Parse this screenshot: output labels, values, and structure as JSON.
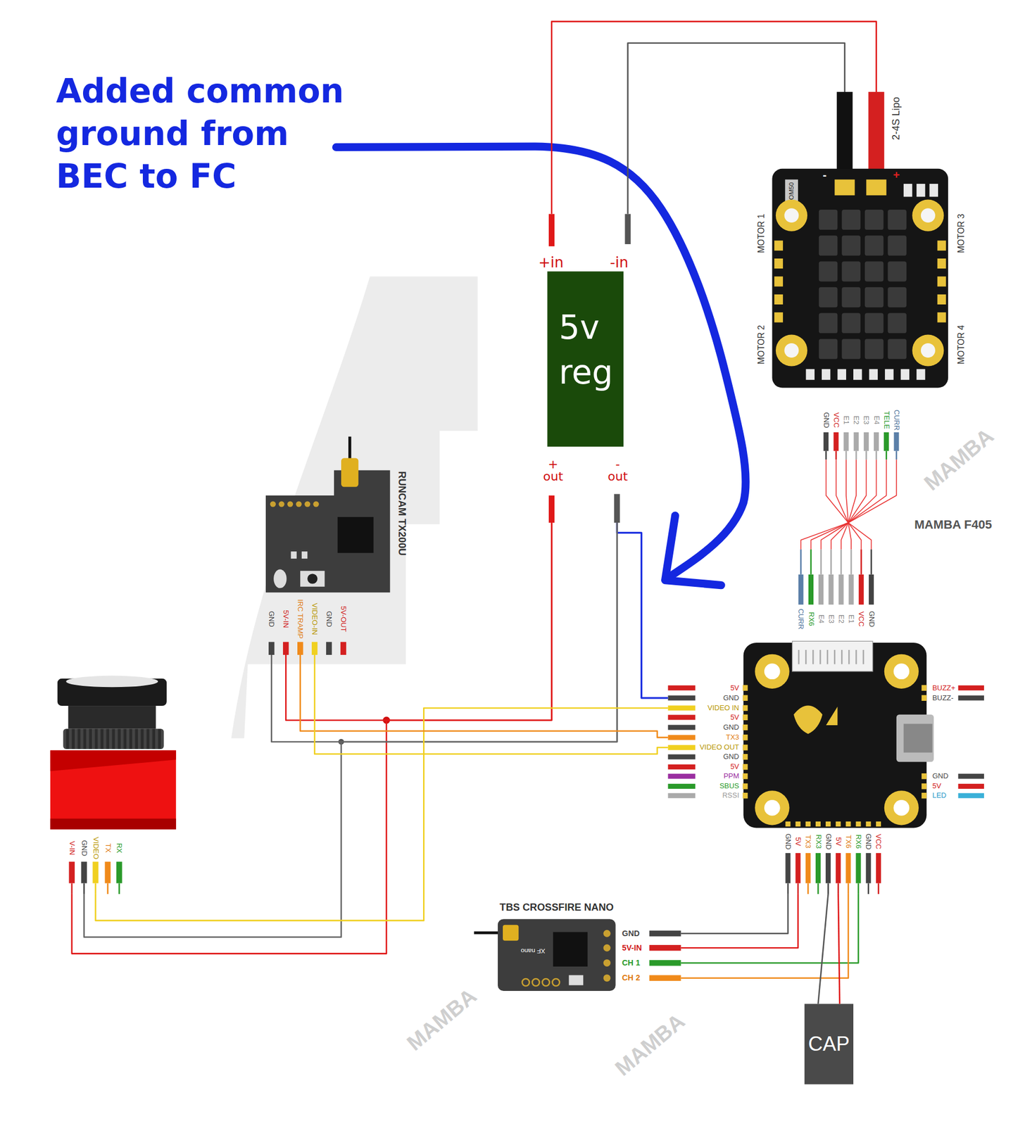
{
  "diagram": {
    "nodes": [
      {
        "text": [
          "MOTOR 1",
          "MOTOR 2",
          "MOTOR 3",
          "MOTOR 4",
          "OM50",
          "-",
          "+",
          "GND",
          "VCC",
          "E1",
          "E2",
          "E3",
          "E4",
          "TELE",
          "CURR"
        ]
      },
      {
        "text": [
          "5v reg"
        ]
      },
      {
        "text": [
          "RUNCAM TX200U",
          "GND",
          "5V-IN",
          "IRC TRAMP",
          "VIDEO-IN",
          "GND",
          "5V-OUT"
        ]
      },
      {
        "text": [
          "5V",
          "GND",
          "VIDEO IN",
          "5V",
          "GND",
          "TX3",
          "VIDEO OUT",
          "GND",
          "5V",
          "PPM",
          "SBUS",
          "RSSI",
          "BUZZ+",
          "BUZZ-",
          "GND",
          "5V",
          "LED",
          "CURR",
          "RX6",
          "E4",
          "E3",
          "E2",
          "E1",
          "VCC",
          "GND",
          "GND",
          "5V",
          "TX3",
          "RX3",
          "GND",
          "5V",
          "TX6",
          "RX6",
          "GND",
          "VCC"
        ]
      },
      {
        "text": [
          "V-IN",
          "GND",
          "VIDEO",
          "TX",
          "RX"
        ]
      },
      {
        "text": [
          "TBS CROSSFIRE NANO",
          "XF nano",
          "GND",
          "5V-IN",
          "CH 1",
          "CH 2"
        ]
      },
      {
        "text": [
          "CAP"
        ]
      }
    ],
    "edges": [
      {
        "from": 0,
        "to": 1,
        "arrow": "none"
      },
      {
        "from": 0,
        "to": 1,
        "arrow": "none"
      },
      {
        "from": 1,
        "to": 2,
        "arrow": "none"
      },
      {
        "from": 1,
        "to": 4,
        "arrow": "none"
      },
      {
        "from": 1,
        "to": 3,
        "arrow": "none"
      },
      {
        "from": 1,
        "to": 2,
        "arrow": "none"
      },
      {
        "from": 1,
        "to": 4,
        "arrow": "none"
      },
      {
        "from": 4,
        "to": 3,
        "arrow": "none"
      },
      {
        "from": 2,
        "to": 3,
        "arrow": "none"
      },
      {
        "from": 2,
        "to": 3,
        "arrow": "none"
      },
      {
        "from": 0,
        "to": 3,
        "arrow": "none"
      },
      {
        "from": 0,
        "to": 3,
        "arrow": "none"
      },
      {
        "from": 0,
        "to": 3,
        "arrow": "none"
      },
      {
        "from": 0,
        "to": 3,
        "arrow": "none"
      },
      {
        "from": 0,
        "to": 3,
        "arrow": "none"
      },
      {
        "from": 0,
        "to": 3,
        "arrow": "none"
      },
      {
        "from": 0,
        "to": 3,
        "arrow": "none"
      },
      {
        "from": 0,
        "to": 3,
        "arrow": "none"
      },
      {
        "from": 5,
        "to": 3,
        "arrow": "none"
      },
      {
        "from": 5,
        "to": 3,
        "arrow": "none"
      },
      {
        "from": 5,
        "to": 3,
        "arrow": "none"
      },
      {
        "from": 5,
        "to": 3,
        "arrow": "none"
      },
      {
        "from": 6,
        "to": 3,
        "arrow": "none"
      },
      {
        "from": 6,
        "to": 3,
        "arrow": "none"
      }
    ],
    "labels": [
      "Added common ground from BEC to FC",
      "2-4S Lipo",
      "+in",
      "-in",
      "+ out",
      "- out",
      "MAMBA F405",
      "MAMBA",
      "MAMBA",
      "MAMBA"
    ]
  }
}
